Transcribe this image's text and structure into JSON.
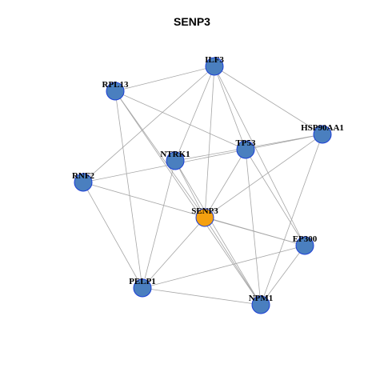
{
  "title": "SENP3",
  "colors": {
    "default_node": "#4a7fbf",
    "highlight_node": "#f5a00f",
    "node_border": "#1c3fd6",
    "edge": "#a6a6a6"
  },
  "nodes": [
    {
      "id": "ILF3",
      "label": "ILF3",
      "highlight": false
    },
    {
      "id": "RPL13",
      "label": "RPL13",
      "highlight": false
    },
    {
      "id": "HSP90AA1",
      "label": "HSP90AA1",
      "highlight": false
    },
    {
      "id": "TP53",
      "label": "TP53",
      "highlight": false
    },
    {
      "id": "NTRK1",
      "label": "NTRK1",
      "highlight": false
    },
    {
      "id": "RNF2",
      "label": "RNF2",
      "highlight": false
    },
    {
      "id": "SENP3",
      "label": "SENP3",
      "highlight": true
    },
    {
      "id": "EP300",
      "label": "EP300",
      "highlight": false
    },
    {
      "id": "PELP1",
      "label": "PELP1",
      "highlight": false
    },
    {
      "id": "NPM1",
      "label": "NPM1",
      "highlight": false
    }
  ],
  "edges": [
    [
      "ILF3",
      "RPL13"
    ],
    [
      "ILF3",
      "HSP90AA1"
    ],
    [
      "ILF3",
      "TP53"
    ],
    [
      "ILF3",
      "NTRK1"
    ],
    [
      "ILF3",
      "SENP3"
    ],
    [
      "ILF3",
      "RNF2"
    ],
    [
      "ILF3",
      "EP300"
    ],
    [
      "RPL13",
      "TP53"
    ],
    [
      "RPL13",
      "SENP3"
    ],
    [
      "RPL13",
      "PELP1"
    ],
    [
      "RPL13",
      "NPM1"
    ],
    [
      "HSP90AA1",
      "TP53"
    ],
    [
      "HSP90AA1",
      "NTRK1"
    ],
    [
      "HSP90AA1",
      "SENP3"
    ],
    [
      "HSP90AA1",
      "NPM1"
    ],
    [
      "TP53",
      "RNF2"
    ],
    [
      "TP53",
      "SENP3"
    ],
    [
      "TP53",
      "EP300"
    ],
    [
      "TP53",
      "NPM1"
    ],
    [
      "NTRK1",
      "SENP3"
    ],
    [
      "NTRK1",
      "PELP1"
    ],
    [
      "NTRK1",
      "NPM1"
    ],
    [
      "RNF2",
      "EP300"
    ],
    [
      "RNF2",
      "PELP1"
    ],
    [
      "SENP3",
      "PELP1"
    ],
    [
      "SENP3",
      "NPM1"
    ],
    [
      "SENP3",
      "EP300"
    ],
    [
      "EP300",
      "PELP1"
    ],
    [
      "EP300",
      "NPM1"
    ],
    [
      "PELP1",
      "NPM1"
    ]
  ]
}
